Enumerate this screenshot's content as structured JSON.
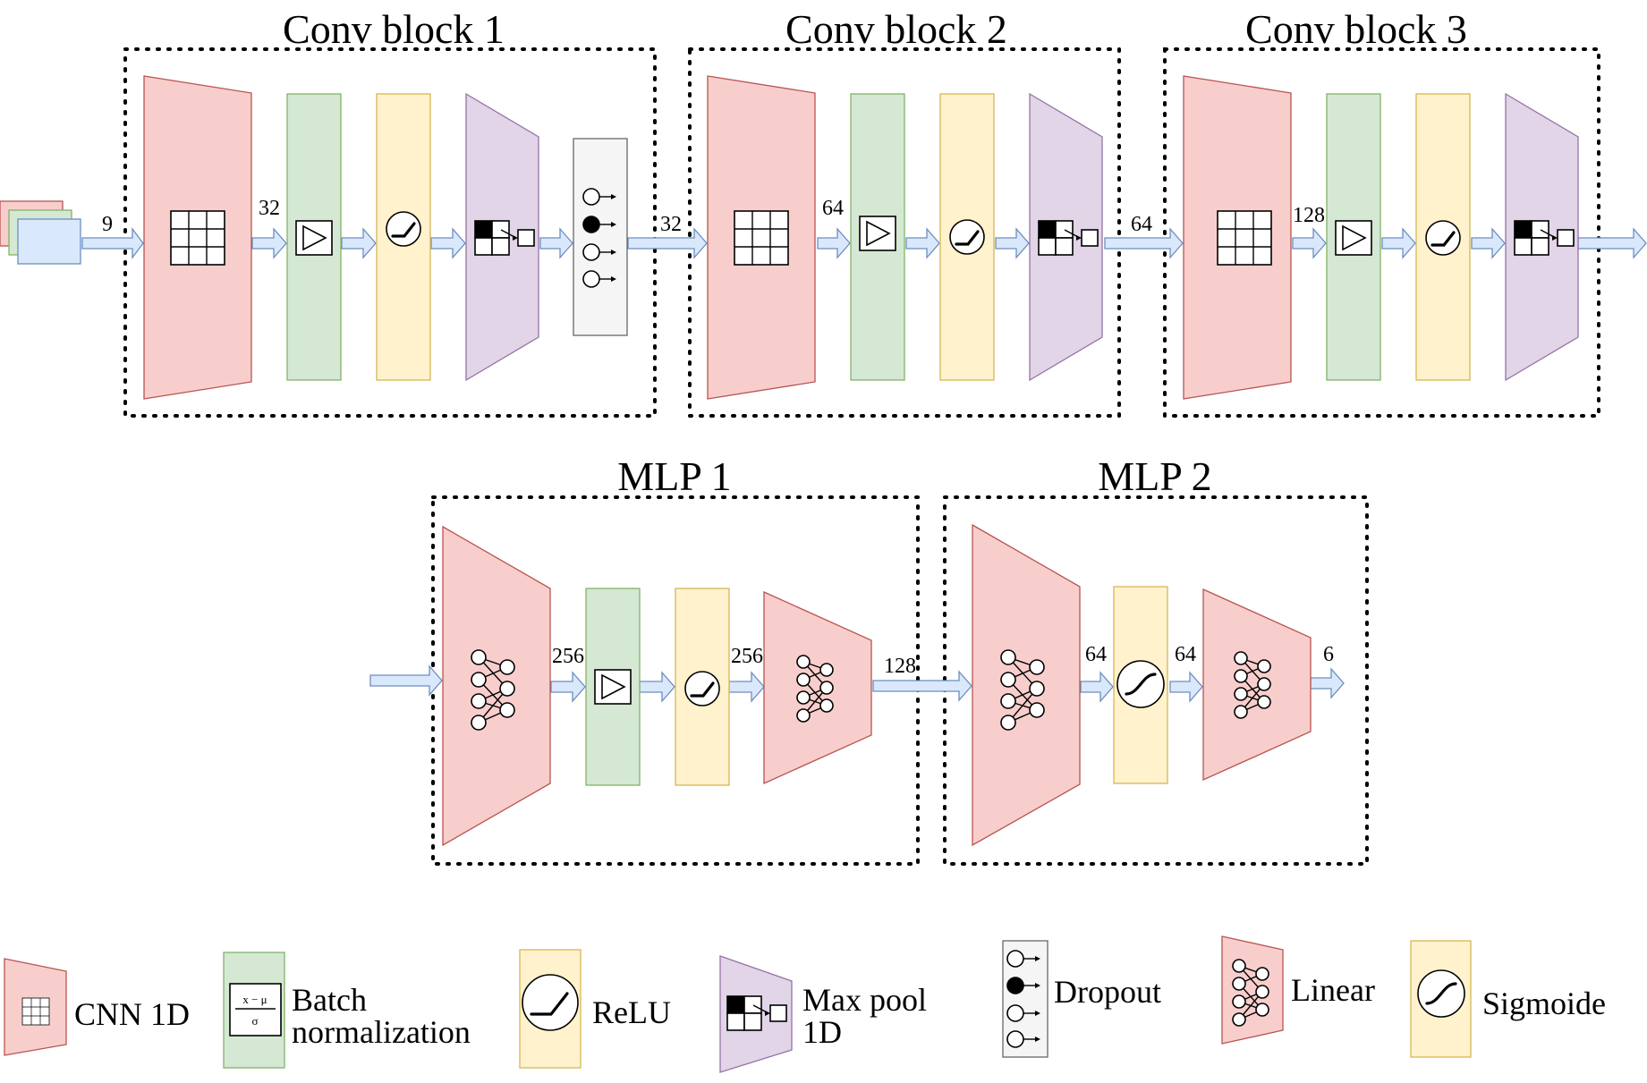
{
  "blocks": {
    "conv1": "Conv block 1",
    "conv2": "Conv block 2",
    "conv3": "Conv block 3",
    "mlp1": "MLP 1",
    "mlp2": "MLP 2"
  },
  "dims": {
    "input": "9",
    "c1_out": "32",
    "drop_out": "32",
    "c2_out": "64",
    "pool2_out": "64",
    "c3_out": "128",
    "mlp1_lin_out": "256",
    "mlp1_relu_out": "256",
    "mlp1_out": "128",
    "mlp2_lin_out": "64",
    "mlp2_sig_out": "64",
    "output": "6"
  },
  "legend": {
    "cnn": "CNN 1D",
    "bn_line1": "Batch",
    "bn_line2": "normalization",
    "bn_formula_num": "x − μ",
    "bn_formula_den": "σ",
    "relu": "ReLU",
    "pool_line1": "Max pool",
    "pool_line2": "1D",
    "dropout": "Dropout",
    "linear": "Linear",
    "sigmoid": "Sigmoide"
  },
  "colors": {
    "cnn": "#f8cecc",
    "batch_norm": "#d5e8d4",
    "relu": "#fff2cc",
    "max_pool": "#e1d5e7",
    "dropout": "#f5f5f5",
    "arrow": "#dae8fc"
  }
}
